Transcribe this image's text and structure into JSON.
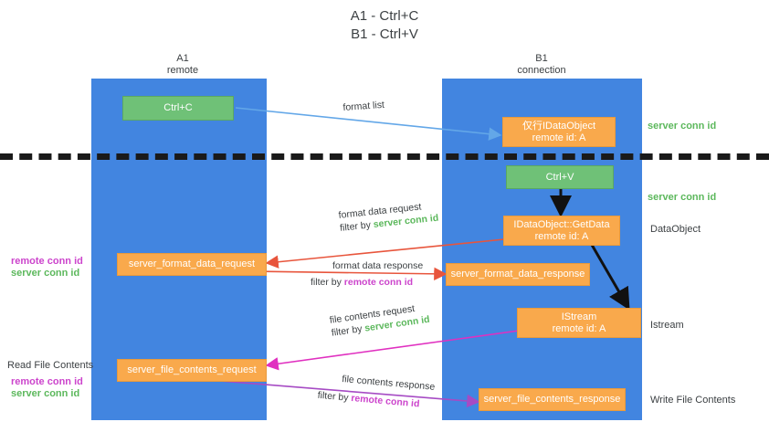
{
  "title_lines": [
    "A1 - Ctrl+C",
    "B1 - Ctrl+V"
  ],
  "columns": [
    {
      "name": "A1",
      "sub": "remote"
    },
    {
      "name": "B1",
      "sub": "connection"
    }
  ],
  "nodes": {
    "ctrl_c": {
      "line1": "Ctrl+C",
      "line2": ""
    },
    "idataobject_top": {
      "line1": "仅行IDataObject",
      "line2": "remote id: A"
    },
    "ctrl_v": {
      "line1": "Ctrl+V",
      "line2": ""
    },
    "getdata": {
      "line1": "IDataObject::GetData",
      "line2": "remote id: A"
    },
    "server_format_data_request": {
      "line1": "server_format_data_request",
      "line2": ""
    },
    "server_format_data_response": {
      "line1": "server_format_data_response",
      "line2": ""
    },
    "istream": {
      "line1": "IStream",
      "line2": "remote id: A"
    },
    "server_file_contents_request": {
      "line1": "server_file_contents_request",
      "line2": ""
    },
    "server_file_contents_response": {
      "line1": "server_file_contents_response",
      "line2": ""
    }
  },
  "right_labels": {
    "server_conn_id_1": "server conn id",
    "server_conn_id_2": "server conn id",
    "dataobject": "DataObject",
    "istream": "Istream",
    "write_file_contents": "Write File Contents"
  },
  "left_labels": {
    "remote_conn_id_1": "remote conn id",
    "server_conn_id_1": "server conn id",
    "read_file_contents": "Read File Contents",
    "remote_conn_id_2": "remote conn id",
    "server_conn_id_2": "server conn id"
  },
  "arrow_labels": {
    "format_list": "format list",
    "format_data_request": "format data request",
    "filter_by": "filter by ",
    "filter_server_conn_id": "server conn id",
    "format_data_response": "format data response",
    "filter_remote_conn_id": "remote conn id",
    "file_contents_request": "file contents request",
    "file_contents_response": "file contents response"
  },
  "colors": {
    "lane": "#4285e0",
    "green_box": "#6fc177",
    "orange_box": "#f9a94c",
    "green_text": "#5cb85c",
    "magenta_text": "#cc44cc",
    "arrow_blue": "#63a7e8",
    "arrow_red": "#e8553c",
    "arrow_magenta": "#e030c0",
    "arrow_purple": "#a64bc4",
    "arrow_black": "#111111",
    "dash_line": "#1a1a1a"
  }
}
